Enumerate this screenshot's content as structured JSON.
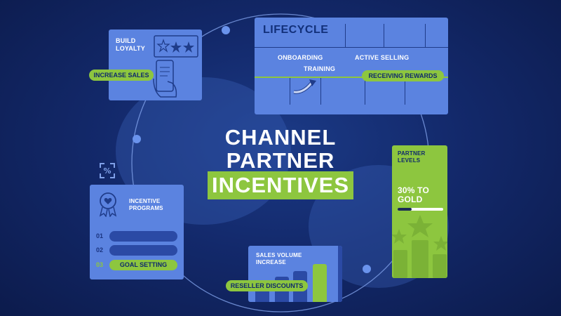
{
  "title": {
    "line1": "CHANNEL",
    "line2": "PARTNER",
    "line3": "INCENTIVES"
  },
  "loyalty": {
    "label_line1": "BUILD",
    "label_line2": "LOYALTY",
    "pill": "INCREASE SALES"
  },
  "lifecycle": {
    "title": "LIFECYCLE",
    "stage1": "ONBOARDING",
    "stage2": "TRAINING",
    "stage3": "ACTIVE SELLING",
    "pill": "RECEIVING REWARDS"
  },
  "partner_levels": {
    "label_line1": "PARTNER",
    "label_line2": "LEVELS",
    "progress_line1": "30% TO",
    "progress_line2": "GOLD",
    "progress": 0.3
  },
  "incentive_programs": {
    "label_line1": "INCENTIVE",
    "label_line2": "PROGRAMS",
    "rows": [
      {
        "num": "01",
        "text": ""
      },
      {
        "num": "02",
        "text": ""
      },
      {
        "num": "03",
        "text": "GOAL SETTING"
      }
    ]
  },
  "sales_volume": {
    "label_line1": "SALES VOLUME",
    "label_line2": "INCREASE",
    "pill": "RESELLER DISCOUNTS"
  },
  "colors": {
    "background": "#13296b",
    "panel": "#5b83e0",
    "accent_green": "#8dc63f",
    "dark_blue": "#1f3c8a"
  },
  "icons": [
    "star-icon",
    "smartphone-icon",
    "hand-icon",
    "badge-heart-icon",
    "percent-scan-icon",
    "curved-arrow-icon"
  ]
}
